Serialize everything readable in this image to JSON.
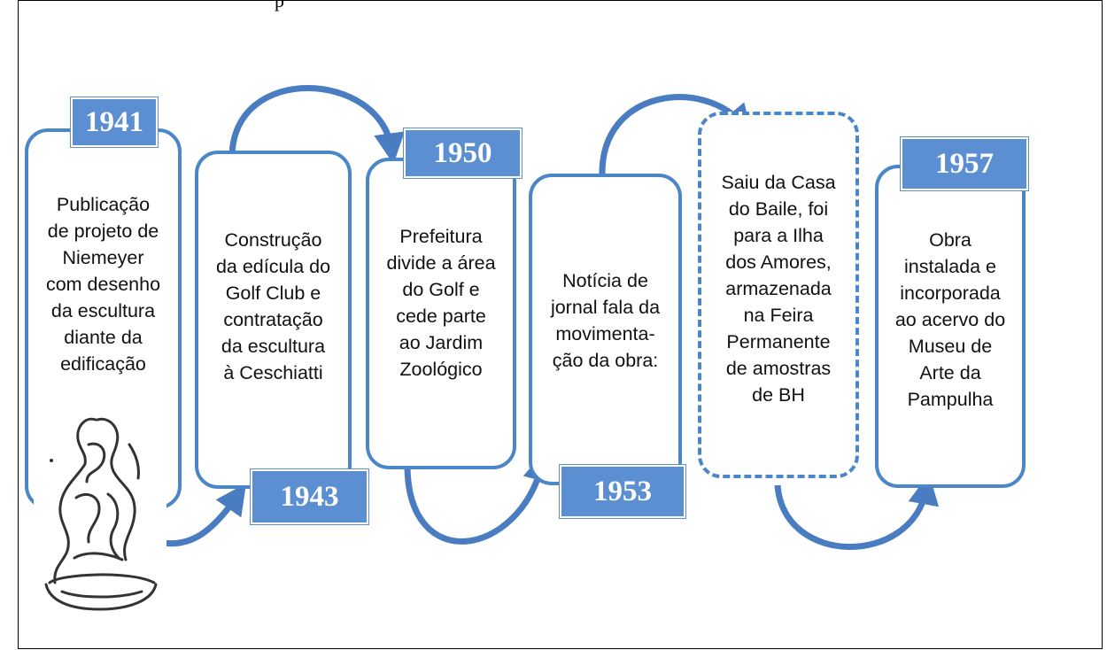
{
  "header_fragment": "p",
  "colors": {
    "card_border": "#4a86c8",
    "year_fill": "#5b8fd1",
    "arrow": "#4a7cc1"
  },
  "events": [
    {
      "year": "1941",
      "text": "Publicação\nde projeto de\nNiemeyer\ncom desenho\nda escultura\ndiante da\nedificação"
    },
    {
      "year": "1943",
      "text": "Construção\nda edícula do\nGolf Club e\ncontratação\nda escultura\nà Ceschiatti"
    },
    {
      "year": "1950",
      "text": "Prefeitura\ndivide a área\ndo Golf e\ncede parte\nao Jardim\nZoológico"
    },
    {
      "year": "1953",
      "text": "Notícia de\njornal fala da\nmovimenta-\nção da obra:"
    },
    {
      "year": "",
      "text": "Saiu da Casa\ndo Baile, foi\npara a Ilha\ndos Amores,\narmazenada\nna Feira\nPermanente\nde amostras\nde BH"
    },
    {
      "year": "1957",
      "text": "Obra\ninstalada e\nincorporada\nao acervo do\nMuseu de\nArte da\nPampulha"
    }
  ],
  "illustration": "sculpture-sketch"
}
